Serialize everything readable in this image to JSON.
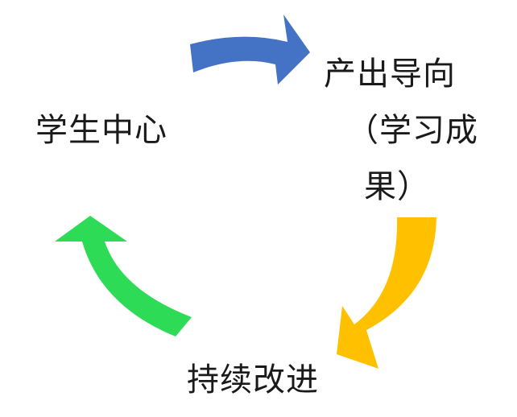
{
  "labels": {
    "student_center": "学生中心",
    "outcome_line1": "产出导向",
    "outcome_line2": "（学习成",
    "outcome_line3": "果）",
    "continuous_improvement": "持续改进"
  },
  "colors": {
    "arrow_top": "#4472C4",
    "arrow_right": "#FFC000",
    "arrow_left": "#2EDB56",
    "text": "#1a1a1a",
    "background": "#ffffff"
  }
}
